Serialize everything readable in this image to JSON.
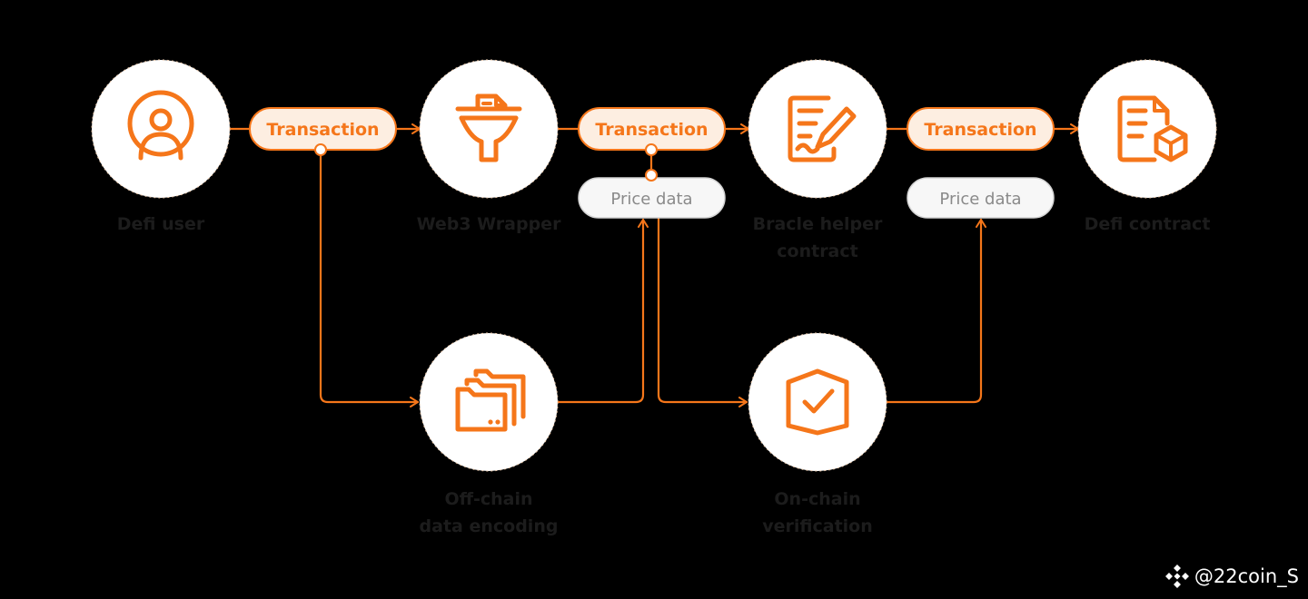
{
  "colors": {
    "accent": "#F5761A",
    "node_fill": "#FFFFFF",
    "pill_orange_fill": "#FDEEE1",
    "pill_grey_fill": "#F7F7F7",
    "pill_grey_stroke": "#D4D4D4",
    "pill_grey_text": "#8A8A8A",
    "label_text": "#1C1C1C"
  },
  "nodes": [
    {
      "id": "defi-user",
      "icon": "user-icon",
      "label_lines": [
        "Defi user"
      ]
    },
    {
      "id": "web3-wrapper",
      "icon": "funnel-document-icon",
      "label_lines": [
        "Web3 Wrapper"
      ]
    },
    {
      "id": "bracle-helper",
      "icon": "document-pen-icon",
      "label_lines": [
        "Bracle helper",
        "contract"
      ]
    },
    {
      "id": "defi-contract",
      "icon": "document-cube-icon",
      "label_lines": [
        "Defi contract"
      ]
    },
    {
      "id": "offchain-encoding",
      "icon": "folders-icon",
      "label_lines": [
        "Off-chain",
        "data encoding"
      ]
    },
    {
      "id": "onchain-verification",
      "icon": "shield-check-icon",
      "label_lines": [
        "On-chain",
        "verification"
      ]
    }
  ],
  "pills": [
    {
      "id": "transaction-1",
      "kind": "transaction",
      "text": "Transaction"
    },
    {
      "id": "transaction-2",
      "kind": "transaction",
      "text": "Transaction"
    },
    {
      "id": "transaction-3",
      "kind": "transaction",
      "text": "Transaction"
    },
    {
      "id": "price-data-1",
      "kind": "price",
      "text": "Price data"
    },
    {
      "id": "price-data-2",
      "kind": "price",
      "text": "Price data"
    }
  ],
  "watermark": {
    "icon": "binance-diamond-icon",
    "text": "@22coin_S"
  }
}
